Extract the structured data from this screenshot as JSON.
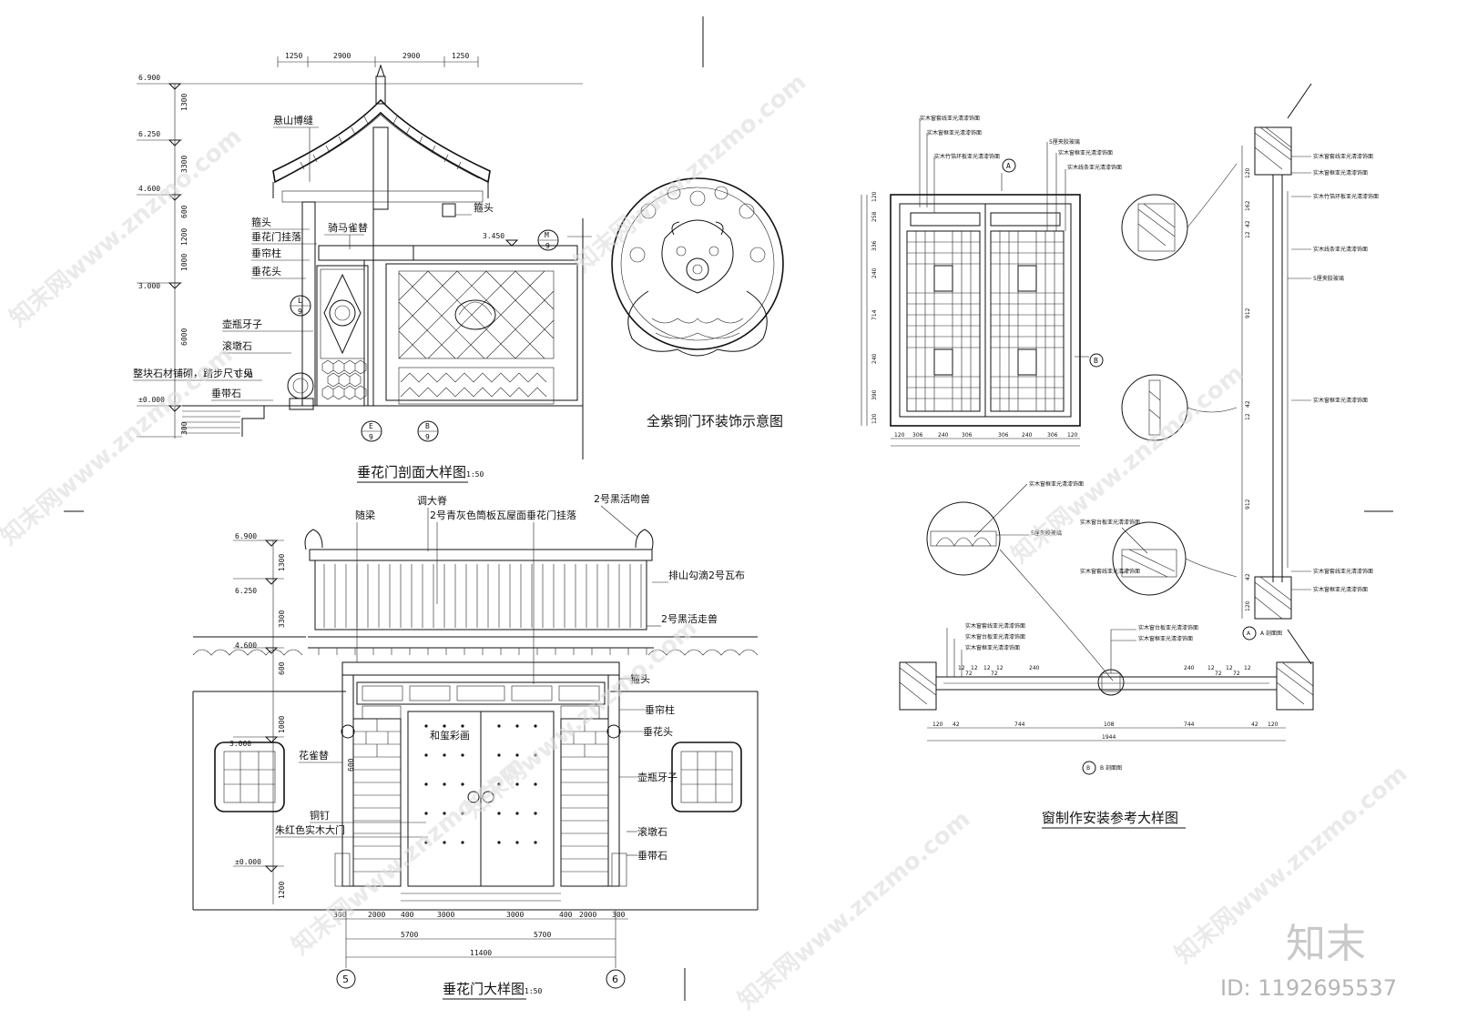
{
  "section_view": {
    "title": "垂花门剖面大样图",
    "scale": "1:50",
    "elevations": [
      "6.900",
      "6.250",
      "4.600",
      "3.000",
      "±0.000"
    ],
    "vertical_dims": [
      "1300",
      "3300",
      "600",
      "1200",
      "1000",
      "6000",
      "300"
    ],
    "top_dims": [
      "1250",
      "2900",
      "2900",
      "1250"
    ],
    "elev_right": "3.450",
    "labels": [
      "悬山博缝",
      "箍头",
      "垂花门挂落",
      "垂帘柱",
      "垂花头",
      "骑马雀替",
      "壶瓶牙子",
      "滚墩石",
      "整块石材铺砌，踏步尺寸见",
      "垂带石",
      "箍头"
    ],
    "tags": [
      {
        "letter": "M",
        "num": "9"
      },
      {
        "letter": "L",
        "num": "9"
      },
      {
        "letter": "E",
        "num": "9"
      },
      {
        "letter": "B",
        "num": "9"
      }
    ]
  },
  "ring": {
    "title": "全紫铜门环装饰示意图"
  },
  "elevation_view": {
    "title": "垂花门大样图",
    "scale": "1:50",
    "elevations": [
      "6.900",
      "6.250",
      "4.600",
      "3.000",
      "±0.000"
    ],
    "vertical_dims": [
      "1300",
      "3300",
      "600",
      "1000",
      "600",
      "1200"
    ],
    "labels_top": [
      "随梁",
      "调大脊",
      "2号青灰色筒板瓦屋面",
      "垂花门挂落",
      "2号黑活吻兽"
    ],
    "labels_right": [
      "排山勾滴2号瓦布",
      "2号黑活走兽",
      "箍头",
      "垂帘柱",
      "垂花头",
      "壶瓶牙子",
      "滚墩石",
      "垂带石"
    ],
    "labels_left": [
      "花雀替",
      "铜钉",
      "朱红色实木大门"
    ],
    "label_center": "和玺彩画",
    "bottom_dims": [
      "300",
      "2000",
      "400",
      "3000",
      "3000",
      "400",
      "2000",
      "300"
    ],
    "half_dims": [
      "5700",
      "5700"
    ],
    "total_dim": "11400",
    "axes": [
      "5",
      "6"
    ]
  },
  "window_view": {
    "title": "窗制作安装参考大样图",
    "section_a_label": "A 剖面图",
    "section_b_label": "B 剖面图",
    "section_a_tag": "A",
    "section_b_tag": "B",
    "top_labels": [
      "实木窗套线亚光清漆饰面",
      "实木窗框亚光清漆饰面",
      "实木竹箔环板亚光清漆饰面",
      "5厘夹胶玻璃",
      "实木窗框亚光清漆饰面",
      "实木线条亚光清漆饰面"
    ],
    "window_v_dims": [
      "120",
      "258",
      "336",
      "240",
      "714",
      "240",
      "390",
      "120"
    ],
    "window_h_dims": [
      "120",
      "306",
      "240",
      "306",
      "306",
      "240",
      "306",
      "120"
    ],
    "right_labels": [
      "实木窗套线亚光清漆饰面",
      "实木窗框亚光清漆饰面",
      "实木竹箔环板亚光清漆饰面",
      "实木线条亚光清漆饰面",
      "5厘夹胶玻璃",
      "实木窗框亚光清漆饰面",
      "实木窗套线亚光清漆饰面",
      "实木窗框亚光清漆饰面"
    ],
    "mid_labels": [
      "实木窗框亚光清漆饰面",
      "5厘夹胶玻璃",
      "实木窗台板亚光清漆饰面",
      "实木窗套线亚光清漆饰面"
    ],
    "bottom_labels": [
      "实木窗套线亚光清漆饰面",
      "实木窗台板亚光清漆饰面",
      "实木窗框亚光清漆饰面",
      "实木窗台板亚光清漆饰面",
      "实木窗框亚光清漆饰面"
    ],
    "bsec_dims": [
      "120",
      "42",
      "744",
      "108",
      "744",
      "42",
      "120"
    ],
    "bsec_total": "1944",
    "bsec_small": [
      "12",
      "12",
      "72",
      "12",
      "72",
      "12",
      "240",
      "240",
      "12",
      "72",
      "12",
      "72",
      "12"
    ],
    "asec_dims": [
      "120",
      "162",
      "42",
      "12",
      "912",
      "42",
      "12",
      "912",
      "42",
      "120"
    ]
  },
  "watermark": {
    "text": "知末网www.znzmo.com",
    "logo": "知末",
    "id": "ID: 1192695537"
  }
}
